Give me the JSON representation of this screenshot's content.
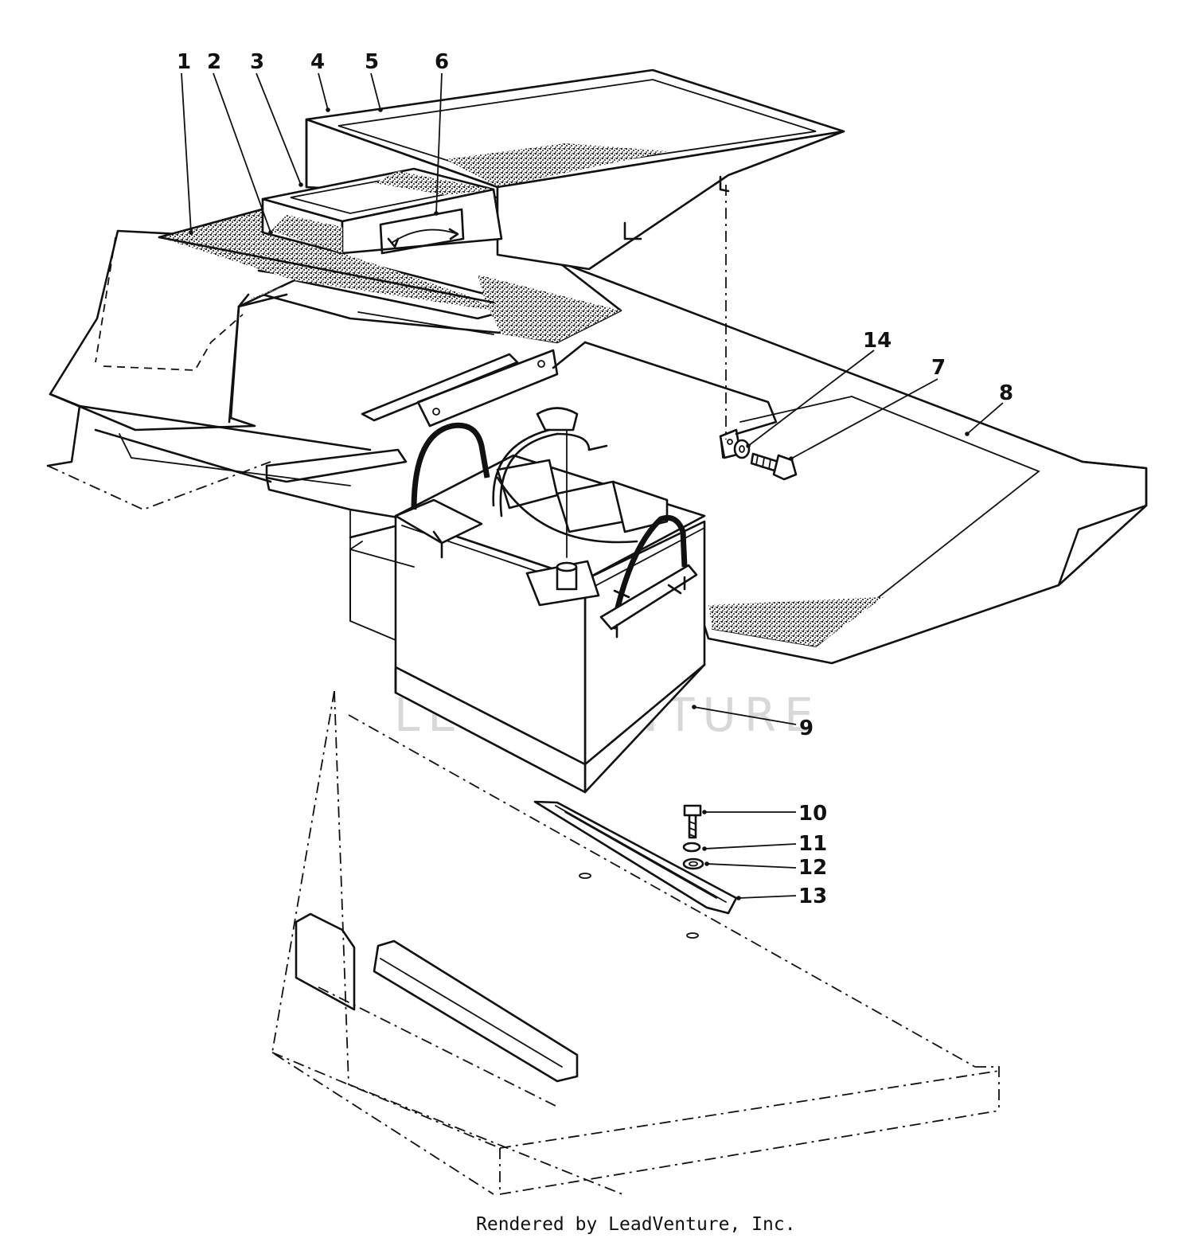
{
  "diagram": {
    "watermark": "LEADVENTURE",
    "footer": "Rendered by LeadVenture, Inc.",
    "callouts": [
      {
        "id": "1",
        "label": "1"
      },
      {
        "id": "2",
        "label": "2"
      },
      {
        "id": "3",
        "label": "3"
      },
      {
        "id": "4",
        "label": "4"
      },
      {
        "id": "5",
        "label": "5"
      },
      {
        "id": "6",
        "label": "6"
      },
      {
        "id": "7",
        "label": "7"
      },
      {
        "id": "8",
        "label": "8"
      },
      {
        "id": "9",
        "label": "9"
      },
      {
        "id": "10",
        "label": "10"
      },
      {
        "id": "11",
        "label": "11"
      },
      {
        "id": "12",
        "label": "12"
      },
      {
        "id": "13",
        "label": "13"
      },
      {
        "id": "14",
        "label": "14"
      }
    ]
  }
}
